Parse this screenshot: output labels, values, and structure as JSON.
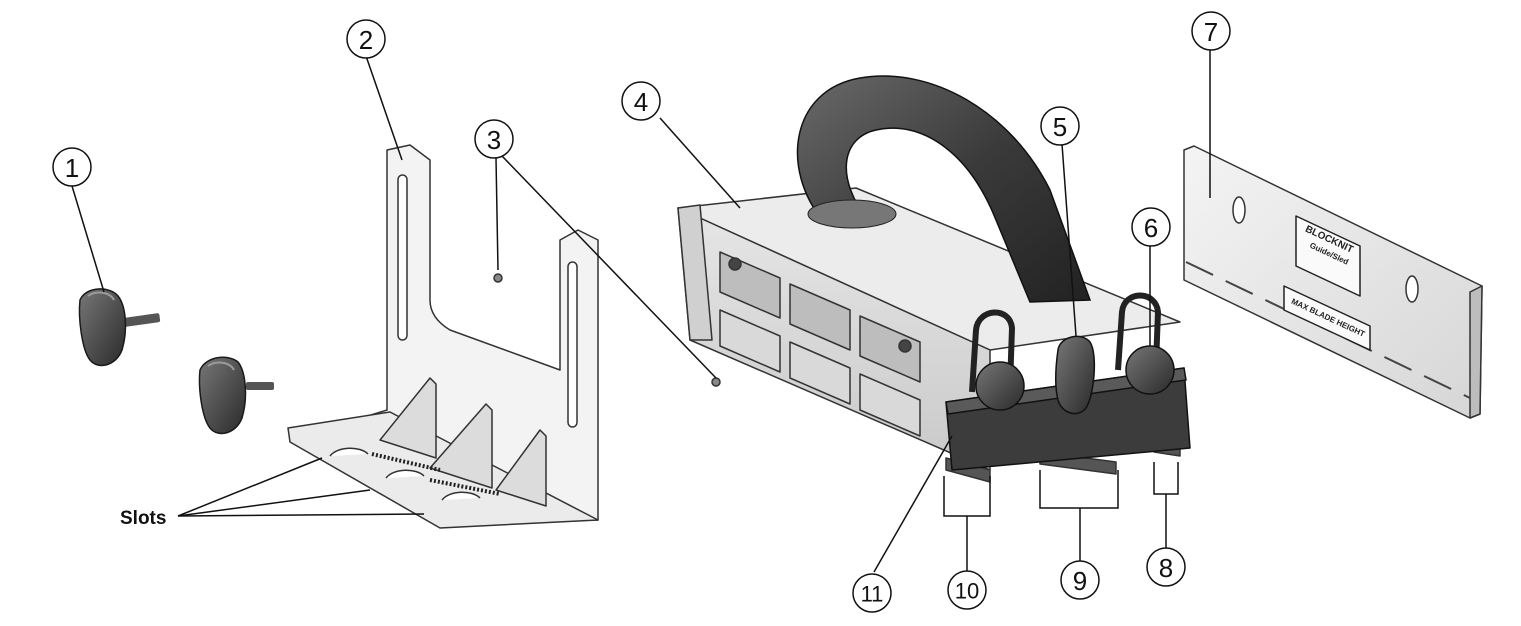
{
  "diagram": {
    "callouts": [
      "1",
      "2",
      "3",
      "4",
      "5",
      "6",
      "7",
      "8",
      "9",
      "10",
      "11"
    ],
    "slots_label": "Slots",
    "plate_logo_line1": "BLOCKNIT",
    "plate_logo_line2": "Guide/Sled",
    "plate_warning": "MAX BLADE HEIGHT"
  }
}
